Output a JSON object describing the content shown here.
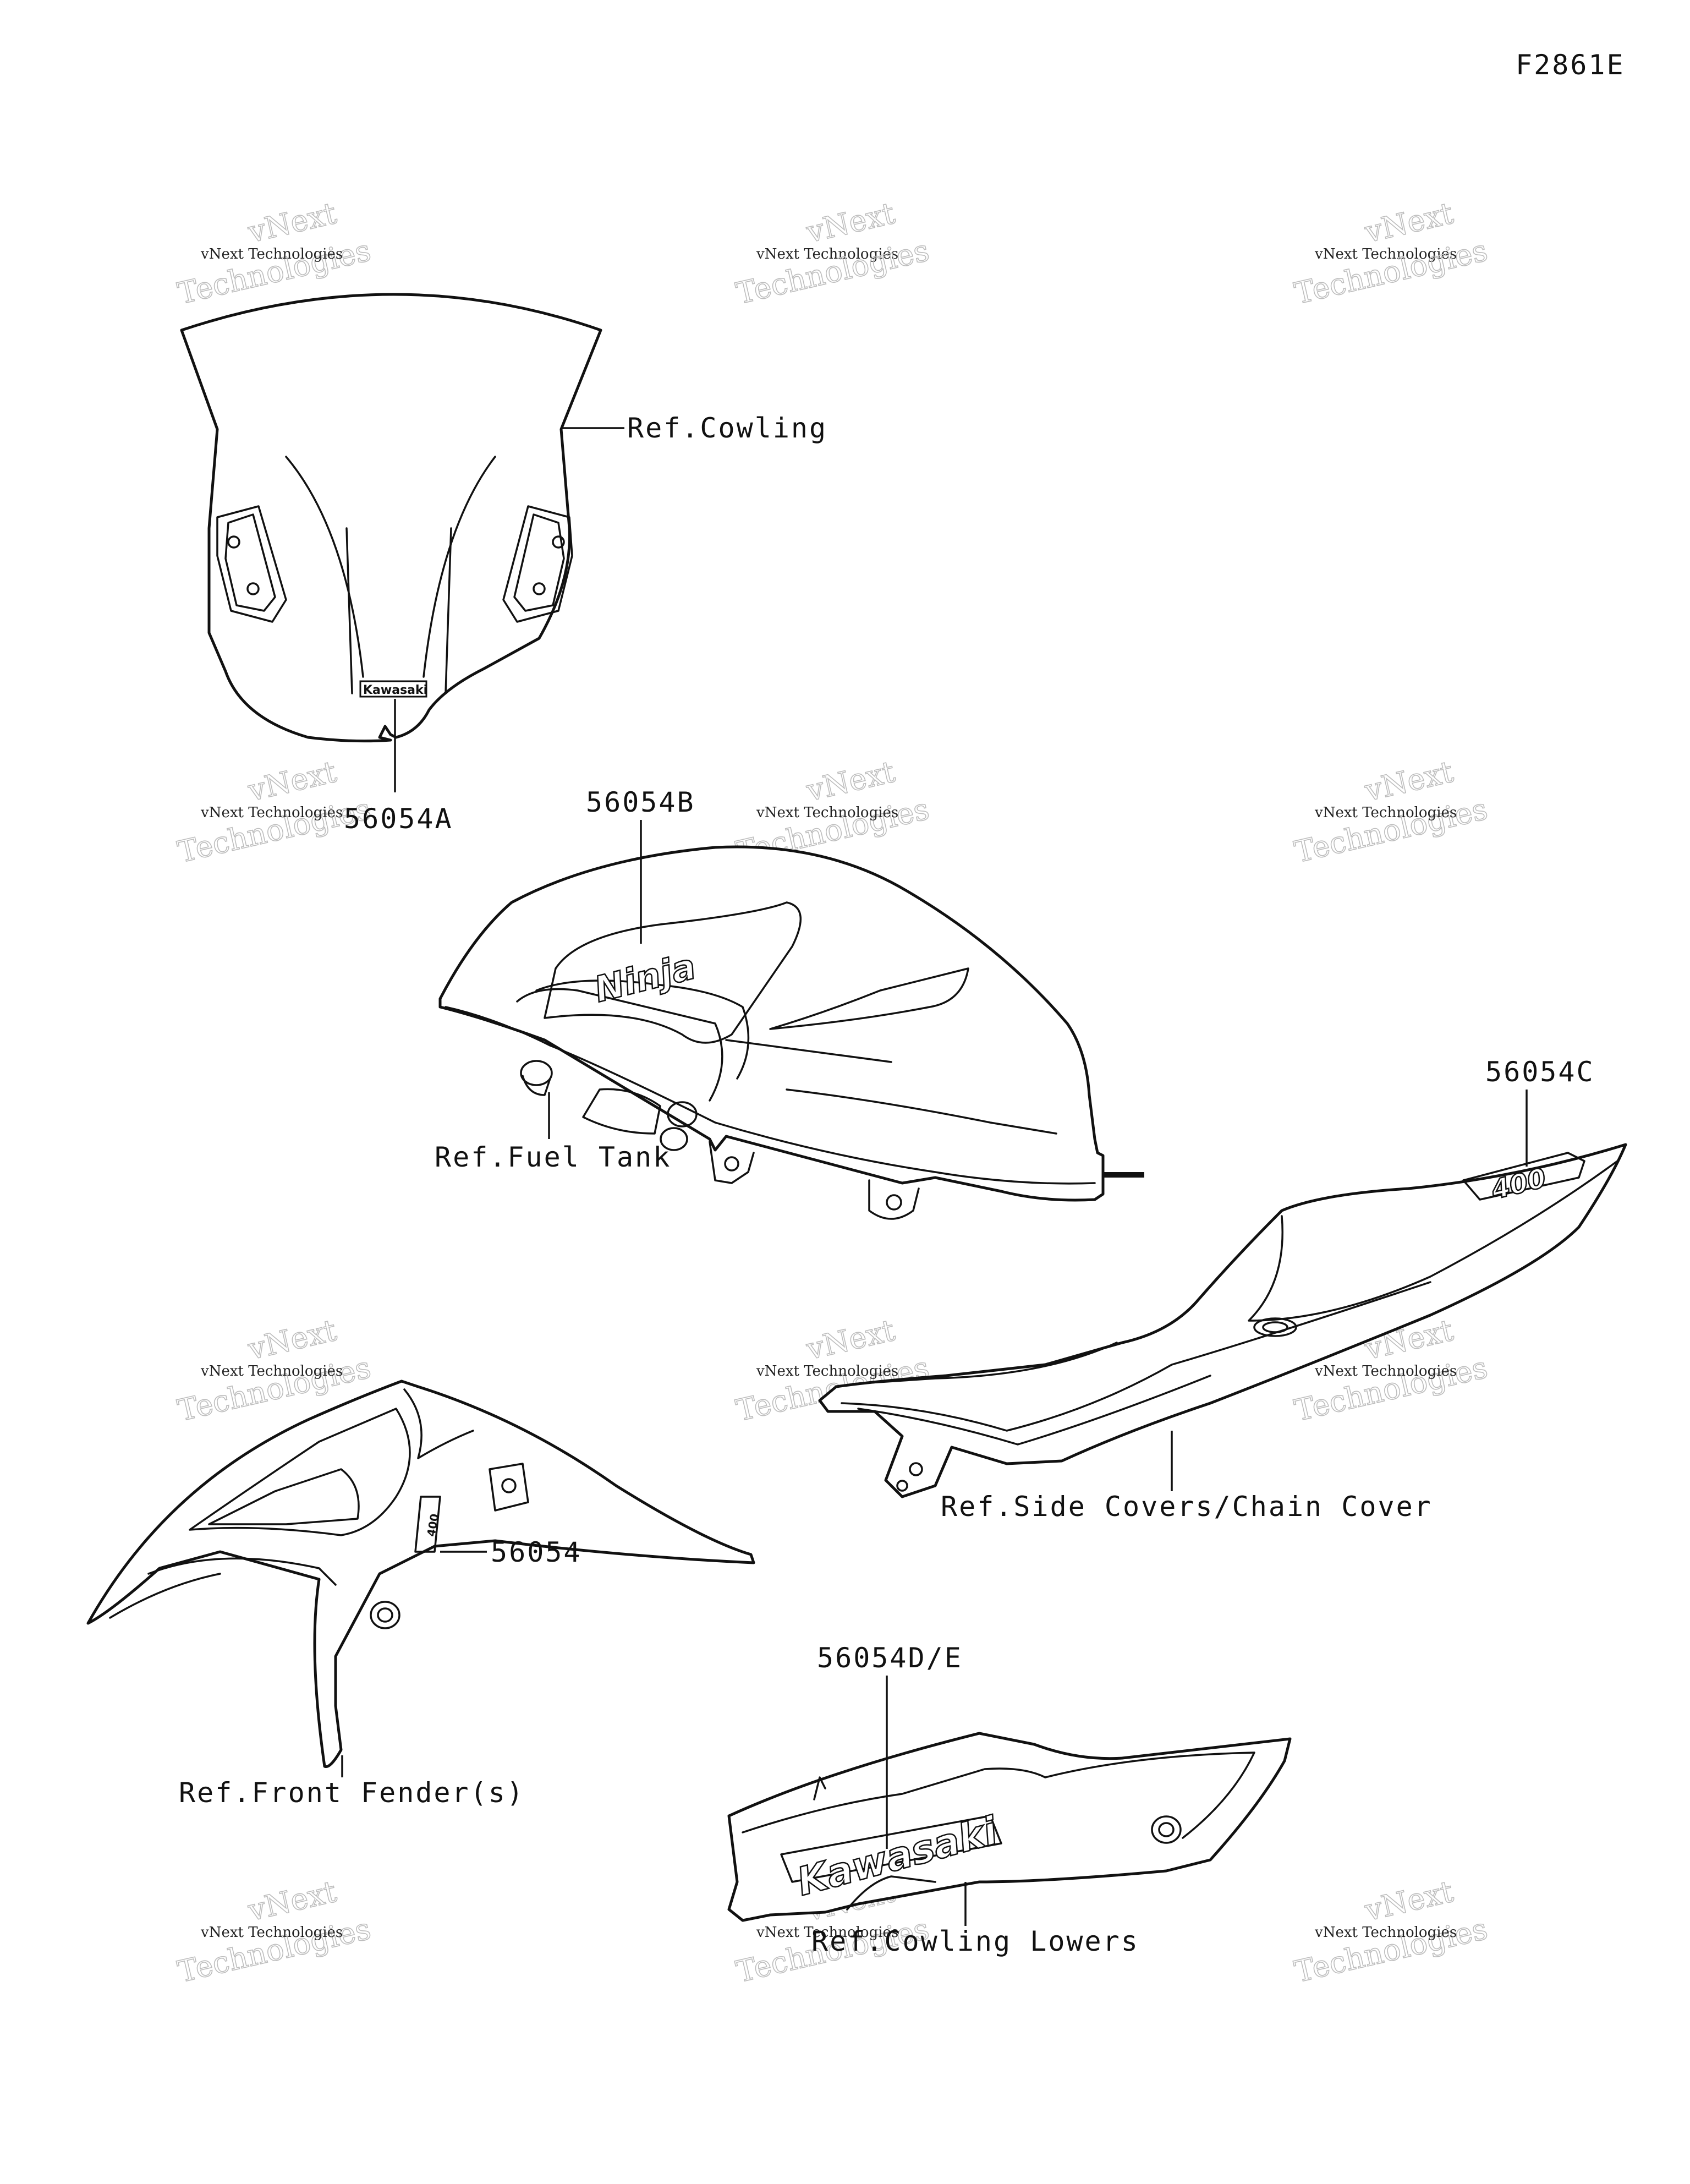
{
  "figure_code": "F2861E",
  "watermark": {
    "line1": "vNext Technologies",
    "line2a": "vNext",
    "line2b": "Technologies"
  },
  "callouts": {
    "ref_cowling": "Ref.Cowling",
    "part_56054A": "56054A",
    "part_56054B": "56054B",
    "ref_fuel_tank": "Ref.Fuel Tank",
    "part_56054C": "56054C",
    "ref_side_covers": "Ref.Side Covers/Chain Cover",
    "part_56054": "56054",
    "ref_front_fender": "Ref.Front Fender(s)",
    "part_56054DE": "56054D/E",
    "ref_cowling_lowers": "Ref.Cowling Lowers"
  },
  "decals": {
    "windshield_logo": "Kawasaki",
    "tank_logo": "Ninja",
    "tail_badge": "400",
    "lower_logo": "Kawasaki",
    "fender_badge": "400"
  }
}
